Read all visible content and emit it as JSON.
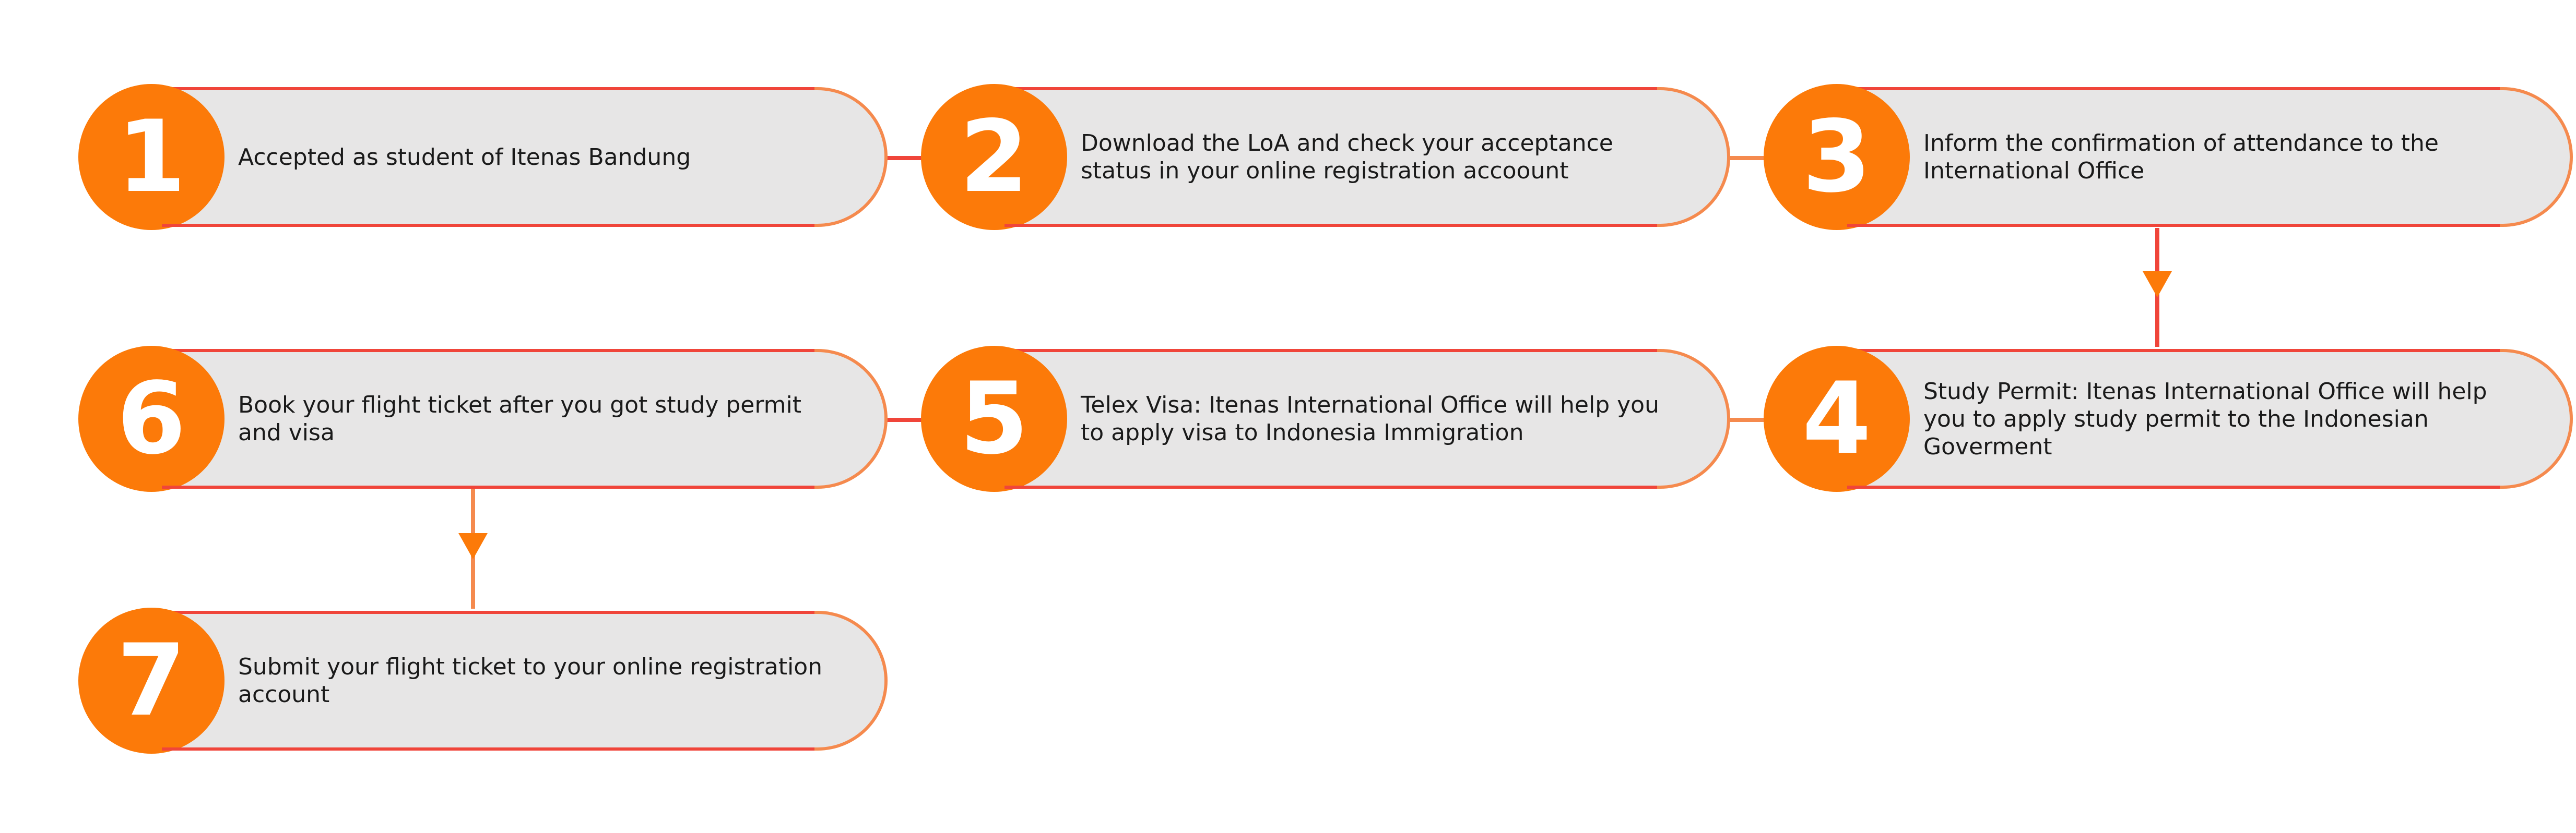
{
  "steps": [
    {
      "number": "1",
      "text": "Accepted as student of Itenas Bandung"
    },
    {
      "number": "2",
      "text": "Download the LoA and check your acceptance status in your online registration accoount"
    },
    {
      "number": "3",
      "text": "Inform the confirmation of attendance to the International Office"
    },
    {
      "number": "4",
      "text": "Study Permit: Itenas International Office will help you to apply study permit to the Indonesian Goverment"
    },
    {
      "number": "5",
      "text": "Telex Visa: Itenas International Office will help you to apply visa to Indonesia Immigration"
    },
    {
      "number": "6",
      "text": "Book your flight ticket after you got study permit and visa"
    },
    {
      "number": "7",
      "text": "Submit your flight ticket to your online registration account"
    }
  ],
  "colors": {
    "badge": "#fc7a09",
    "pill_fill": "#e7e6e6",
    "pill_outline": "#f58a4e",
    "connector_red": "#f0453a",
    "connector_orange": "#f58a4e",
    "arrowhead": "#fc7a09"
  }
}
